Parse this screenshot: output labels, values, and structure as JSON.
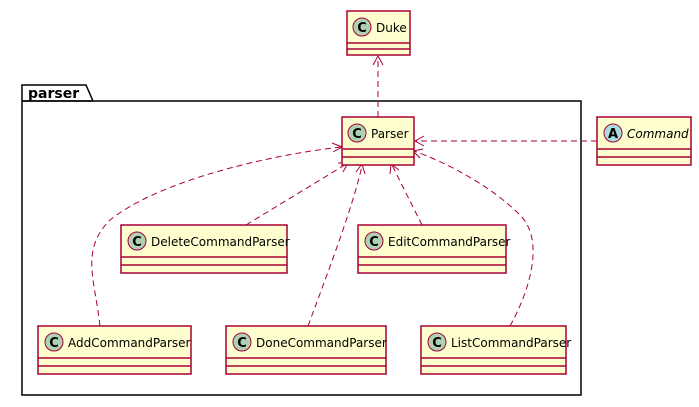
{
  "package": {
    "name": "parser"
  },
  "classes": {
    "duke": {
      "name": "Duke",
      "stereotype_letter": "C"
    },
    "parser": {
      "name": "Parser",
      "stereotype_letter": "C"
    },
    "command": {
      "name": "Command",
      "stereotype_letter": "A"
    },
    "delete_command_parser": {
      "name": "DeleteCommandParser",
      "stereotype_letter": "C"
    },
    "edit_command_parser": {
      "name": "EditCommandParser",
      "stereotype_letter": "C"
    },
    "add_command_parser": {
      "name": "AddCommandParser",
      "stereotype_letter": "C"
    },
    "done_command_parser": {
      "name": "DoneCommandParser",
      "stereotype_letter": "C"
    },
    "list_command_parser": {
      "name": "ListCommandParser",
      "stereotype_letter": "C"
    }
  },
  "colors": {
    "class_fill": "#FEFECE",
    "border": "#A80036",
    "class_circle": "#ADD1B2",
    "abstract_circle": "#A9DCDF"
  }
}
